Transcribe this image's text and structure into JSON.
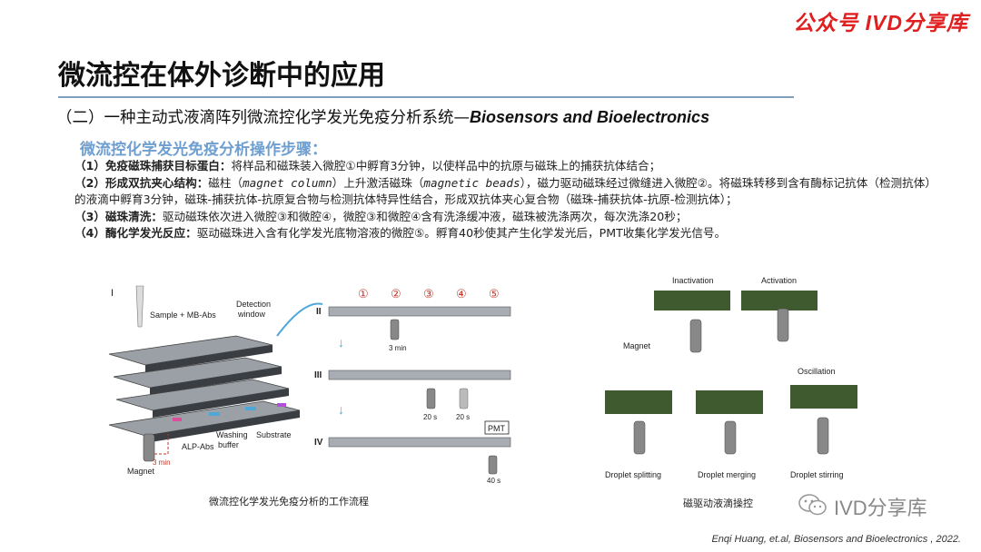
{
  "watermark": "公众号  IVD分享库",
  "title": "微流控在体外诊断中的应用",
  "subtitle": {
    "cn": "（二）一种主动式液滴阵列微流控化学发光免疫分析系统—",
    "en": "Biosensors and Bioelectronics"
  },
  "steps_heading": "微流控化学发光免疫分析操作步骤：",
  "steps": {
    "s1_label": "（1）免疫磁珠捕获目标蛋白：",
    "s1_text": "将样品和磁珠装入微腔①中孵育3分钟，以使样品中的抗原与磁珠上的捕获抗体结合；",
    "s2_label": "（2）形成双抗夹心结构：",
    "s2_text_a": "磁柱（",
    "s2_term1": "magnet column",
    "s2_text_b": "）上升激活磁珠（",
    "s2_term2": "magnetic beads",
    "s2_text_c": "），磁力驱动磁珠经过微缝进入微腔②。将磁珠转移到含有酶标记抗体（检测抗体）的液滴中孵育3分钟，磁珠-捕获抗体-抗原复合物与检测抗体特异性结合，形成双抗体夹心复合物（磁珠-捕获抗体-抗原-检测抗体）；",
    "s3_label": "（3）磁珠清洗：",
    "s3_text": "驱动磁珠依次进入微腔③和微腔④，微腔③和微腔④含有洗涤缓冲液，磁珠被洗涤两次，每次洗涤20秒；",
    "s4_label": "（4）酶化学发光反应：",
    "s4_text": "驱动磁珠进入含有化学发光底物溶液的微腔⑤。孵育40秒使其产生化学发光后，PMT收集化学发光信号。"
  },
  "fig_left": {
    "panel_1": "I",
    "panel_2": "II",
    "panel_3": "III",
    "panel_4": "IV",
    "sample": "Sample + MB-Abs",
    "detection": "Detection",
    "window": "window",
    "alp": "ALP-Abs",
    "washing": "Washing",
    "buffer": "buffer",
    "substrate": "Substrate",
    "magnet": "Magnet",
    "t_3min_a": "3 min",
    "t_3min_b": "3 min",
    "t_20s_a": "20 s",
    "t_20s_b": "20 s",
    "t_40s": "40 s",
    "pmt": "PMT",
    "c1": "①",
    "c2": "②",
    "c3": "③",
    "c4": "④",
    "c5": "⑤"
  },
  "fig_right": {
    "inactivation": "Inactivation",
    "activation": "Activation",
    "magnet": "Magnet",
    "oscillation": "Oscillation",
    "splitting": "Droplet splitting",
    "merging": "Droplet merging",
    "stirring": "Droplet stirring"
  },
  "caption_left": "微流控化学发光免疫分析的工作流程",
  "caption_right": "磁驱动液滴操控",
  "wechat_name": "IVD分享库",
  "citation": "Enqi Huang, et.al, Biosensors and Bioelectronics , 2022.",
  "colors": {
    "accent_red": "#e02020",
    "heading_blue": "#6f9fd0",
    "rule": "#7f9fbf"
  }
}
